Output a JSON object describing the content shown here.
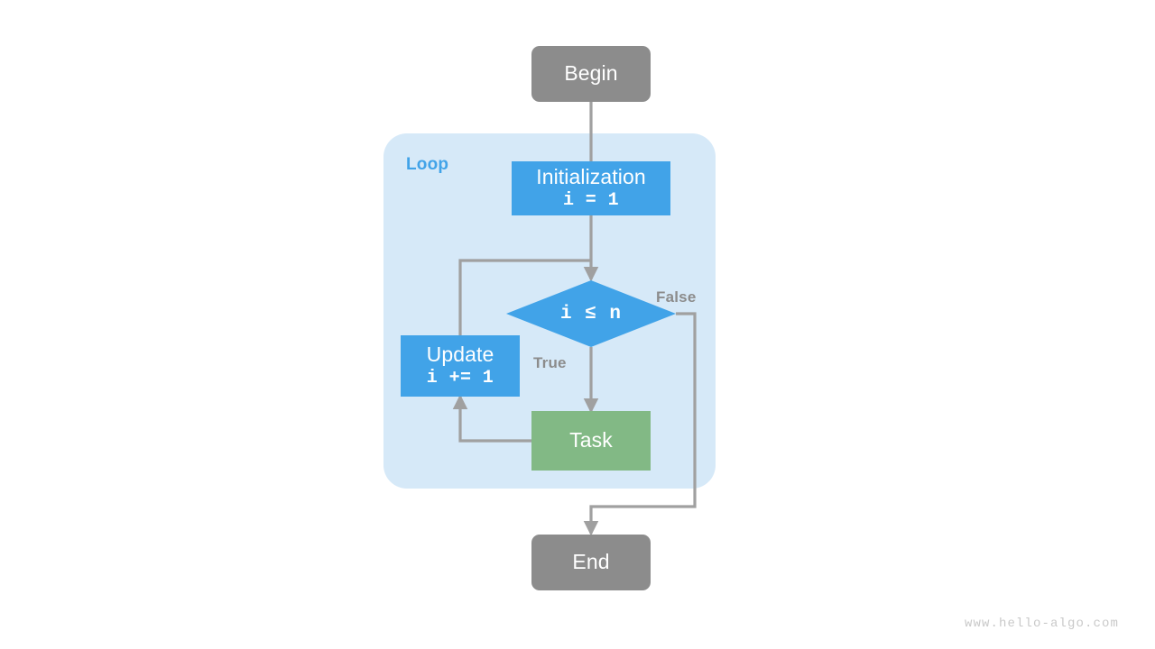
{
  "diagram": {
    "kind": "flowchart",
    "title_watermark": "www.hello-algo.com",
    "colors": {
      "terminator": "#8c8c8c",
      "process": "#41a3e8",
      "task": "#82b985",
      "group_background": "#d6e9f8",
      "edge": "#a0a0a0",
      "group_label": "#41a3e8",
      "edge_label": "#8c8c8c",
      "node_text": "#ffffff",
      "watermark": "#c9c9c9",
      "canvas": "#ffffff"
    },
    "group": {
      "label": "Loop"
    },
    "nodes": {
      "begin": {
        "label": "Begin",
        "shape": "rounded-rectangle",
        "color": "terminator"
      },
      "initialization": {
        "label": "Initialization",
        "code": "i = 1",
        "shape": "rectangle",
        "color": "process"
      },
      "condition": {
        "label": "i ≤ n",
        "shape": "diamond",
        "color": "process"
      },
      "update": {
        "label": "Update",
        "code": "i += 1",
        "shape": "rectangle",
        "color": "process"
      },
      "task": {
        "label": "Task",
        "shape": "rectangle",
        "color": "task"
      },
      "end": {
        "label": "End",
        "shape": "rounded-rectangle",
        "color": "terminator"
      }
    },
    "edge_labels": {
      "true": "True",
      "false": "False"
    },
    "edges": [
      {
        "from": "begin",
        "to": "initialization",
        "label": ""
      },
      {
        "from": "initialization",
        "to": "condition",
        "label": ""
      },
      {
        "from": "condition",
        "to": "task",
        "label": "True"
      },
      {
        "from": "condition",
        "to": "end",
        "label": "False"
      },
      {
        "from": "task",
        "to": "update",
        "label": ""
      },
      {
        "from": "update",
        "to": "condition",
        "label": ""
      }
    ]
  }
}
